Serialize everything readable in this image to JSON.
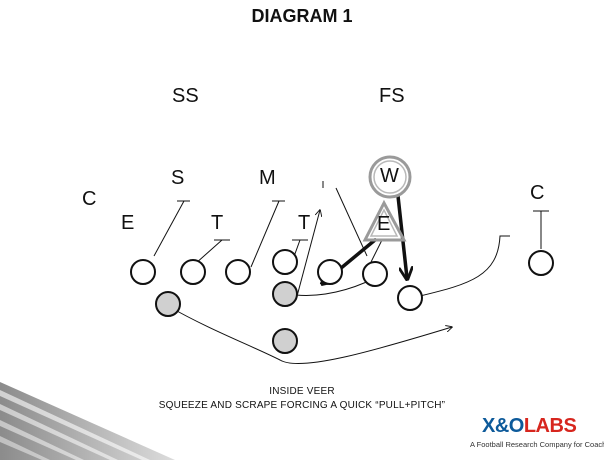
{
  "title": "DIAGRAM 1",
  "labels": {
    "ss": "SS",
    "fs": "FS",
    "c_left": "C",
    "c_right": "C",
    "s": "S",
    "m": "M",
    "w": "W",
    "e_left": "E",
    "t_left": "T",
    "t_right": "T",
    "e_right": "E"
  },
  "caption": {
    "line1": "INSIDE VEER",
    "line2": "SQUEEZE AND SCRAPE FORCING A QUICK “PULL+PITCH”"
  },
  "logo": {
    "prefix": "X&O",
    "brand": "LABS",
    "tagline": "A Football Research Company for Coaches"
  },
  "colors": {
    "ink": "#111111",
    "back_fill": "#d0d0d0",
    "highlight_ring": "#9a9a9a",
    "logo_blue": "#0d5a9a",
    "logo_red": "#d7261e"
  }
}
